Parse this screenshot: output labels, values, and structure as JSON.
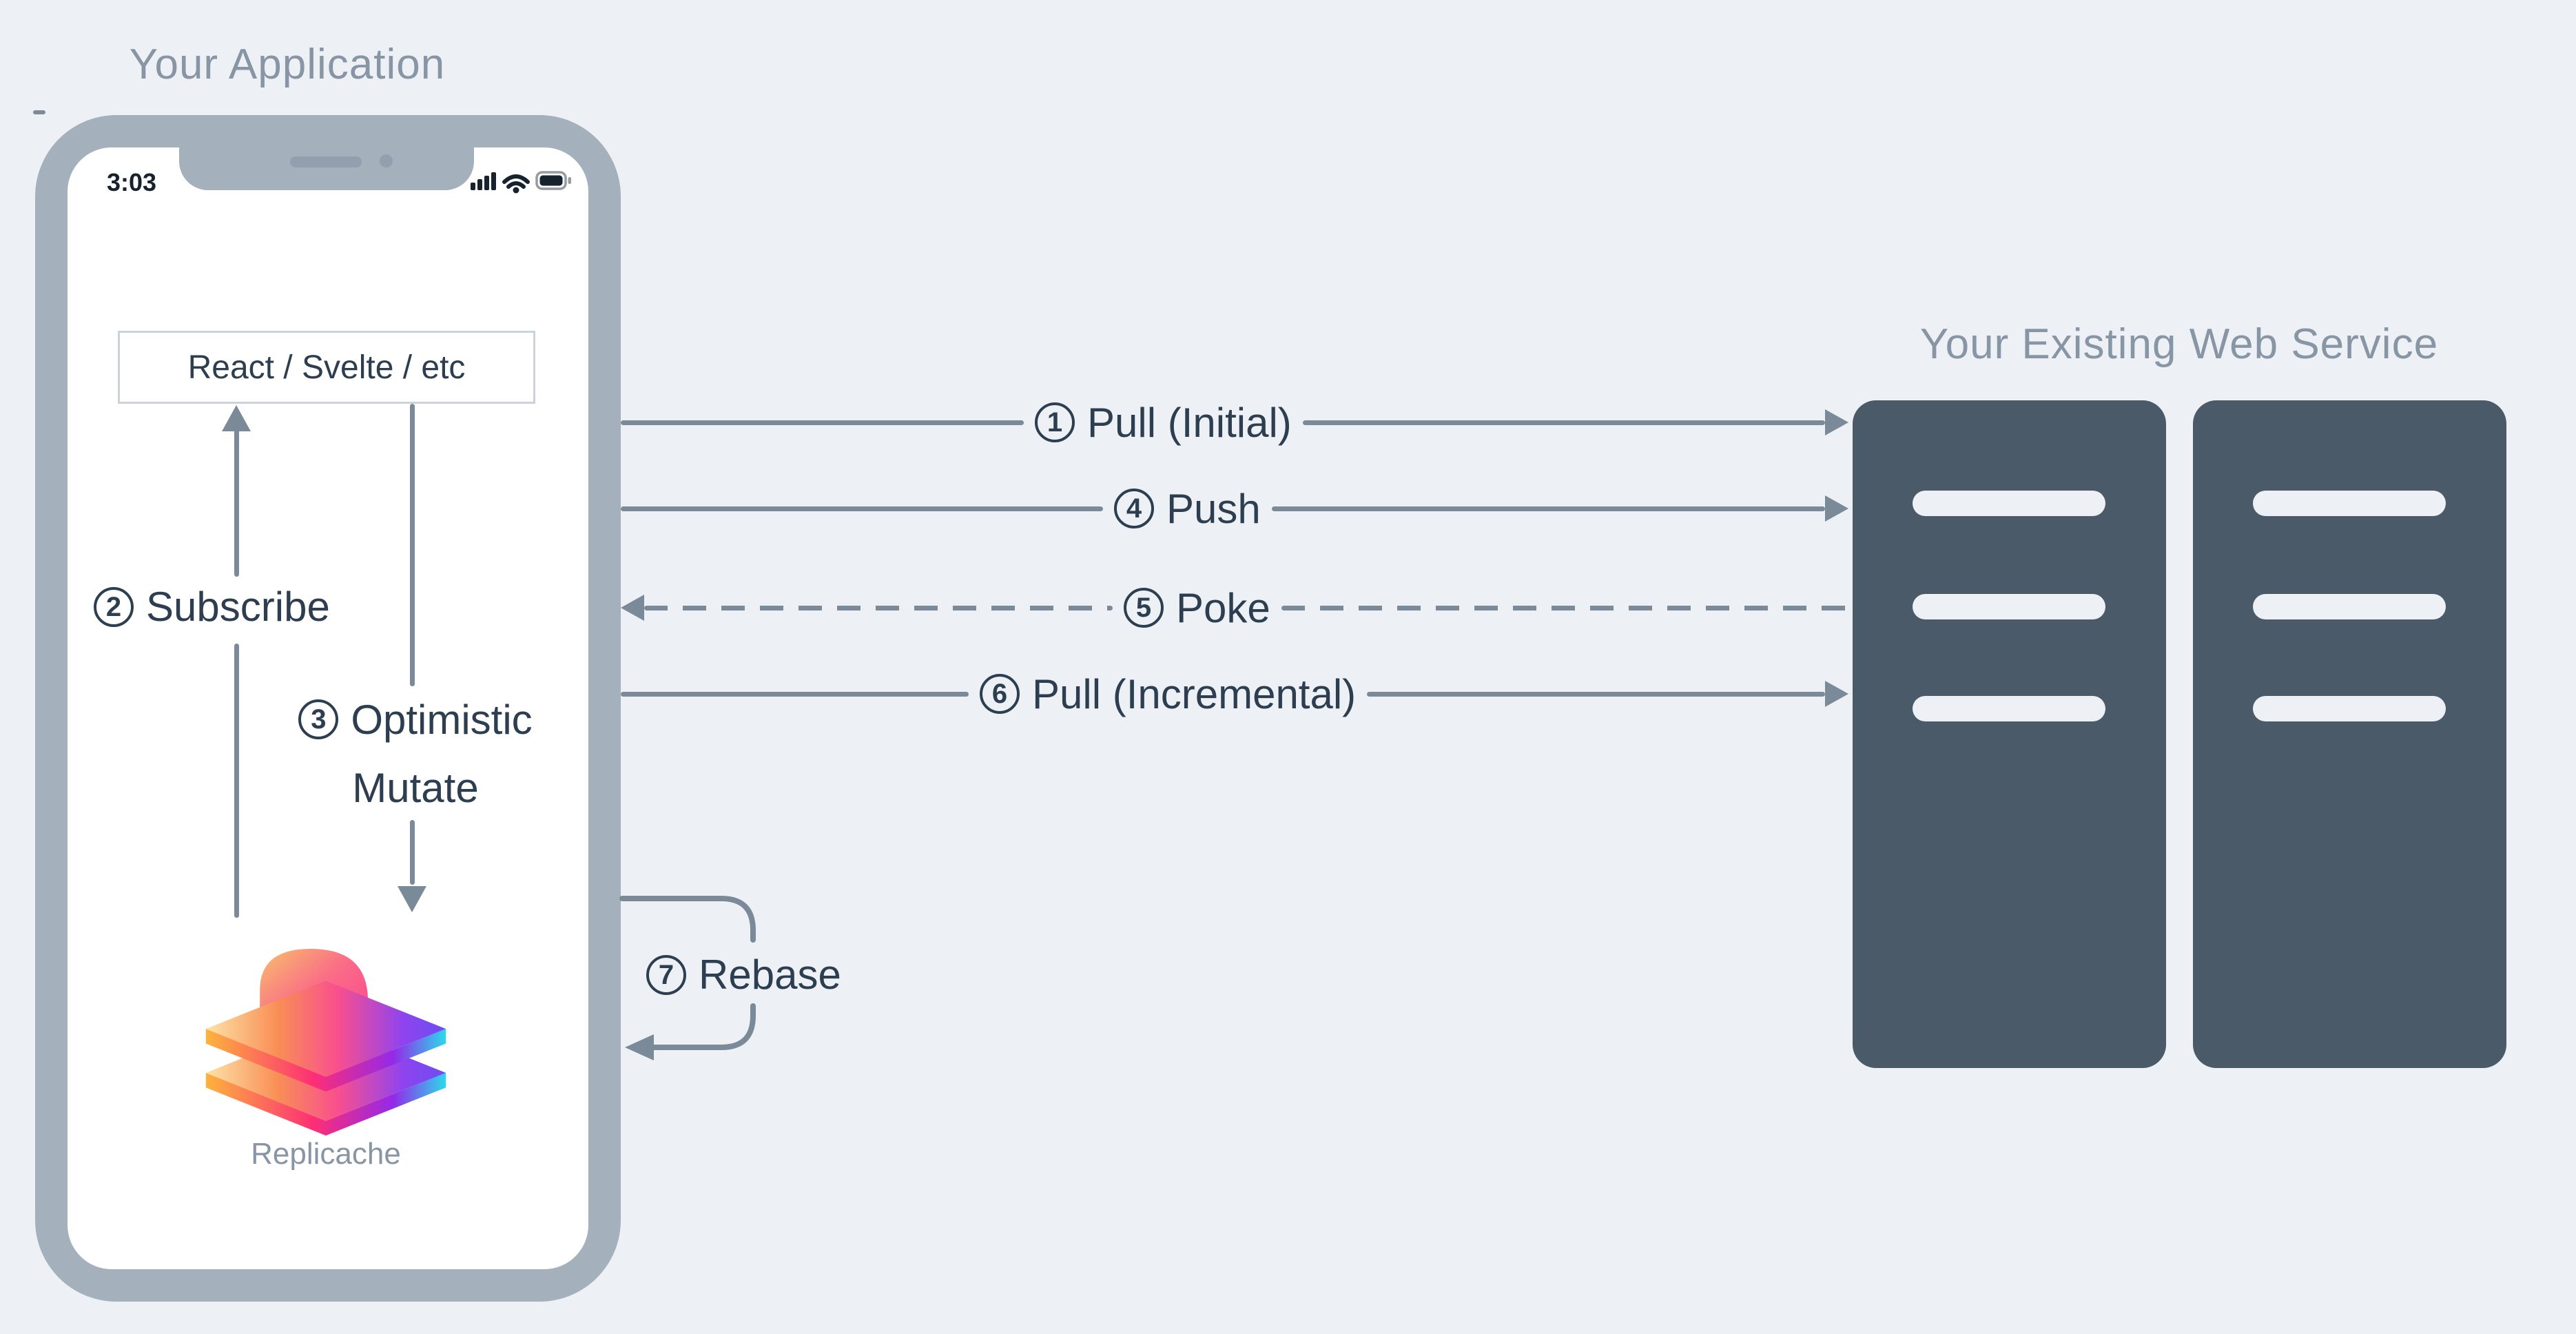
{
  "page": {
    "left_title": "Your Application",
    "right_title": "Your Existing Web Service"
  },
  "phone": {
    "status_time": "3:03",
    "framework_box": "React / Svelte / etc",
    "logo_label": "Replicache"
  },
  "client_arrows": {
    "subscribe": {
      "num": "2",
      "label": "Subscribe"
    },
    "mutate": {
      "num": "3",
      "line1": "Optimistic",
      "line2": "Mutate"
    }
  },
  "flows": [
    {
      "num": "1",
      "label": "Pull (Initial)",
      "style": "solid",
      "direction": "right"
    },
    {
      "num": "4",
      "label": "Push",
      "style": "solid",
      "direction": "right"
    },
    {
      "num": "5",
      "label": "Poke",
      "style": "dashed",
      "direction": "left"
    },
    {
      "num": "6",
      "label": "Pull (Incremental)",
      "style": "solid",
      "direction": "right"
    }
  ],
  "rebase": {
    "num": "7",
    "label": "Rebase"
  },
  "colors": {
    "background": "#edf1f5",
    "line": "#7b8a99",
    "text_dark": "#2c3e50",
    "text_muted": "#8795a4",
    "phone_bezel": "#a4b0bb",
    "server": "#4b5a68",
    "logo_pink": "#f94f8e",
    "logo_orange": "#f9a13f",
    "logo_purple": "#8f44ee",
    "logo_cyan": "#2bd9ec"
  }
}
